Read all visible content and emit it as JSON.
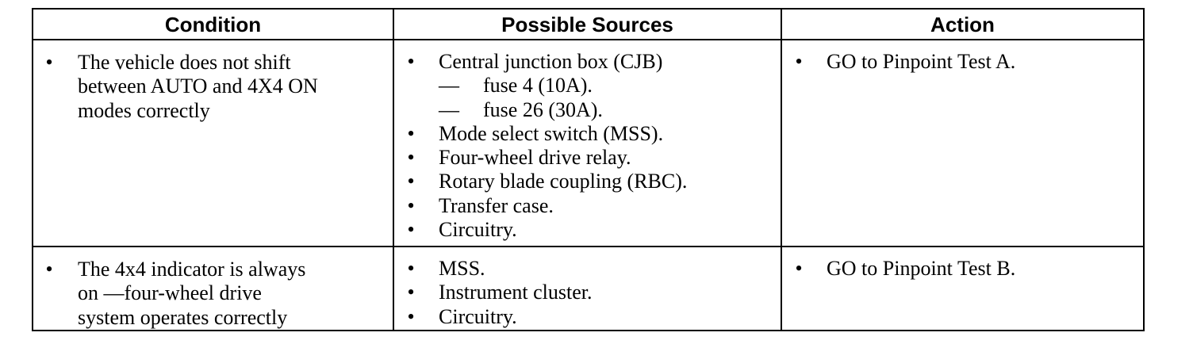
{
  "table": {
    "headers": [
      "Condition",
      "Possible Sources",
      "Action"
    ],
    "rows": [
      {
        "condition": [
          "The vehicle does not shift between AUTO and 4X4 ON modes correctly"
        ],
        "sources": [
          {
            "text": "Central junction box (CJB)",
            "sub": [
              "fuse 4 (10A).",
              "fuse 26 (30A)."
            ]
          },
          {
            "text": "Mode select switch (MSS)."
          },
          {
            "text": "Four-wheel drive relay."
          },
          {
            "text": "Rotary blade coupling (RBC)."
          },
          {
            "text": "Transfer case."
          },
          {
            "text": "Circuitry."
          }
        ],
        "action": [
          "GO to Pinpoint Test A."
        ]
      },
      {
        "condition": [
          "The 4x4 indicator is always on —four-wheel drive system operates correctly"
        ],
        "sources": [
          {
            "text": "MSS."
          },
          {
            "text": "Instrument cluster."
          },
          {
            "text": "Circuitry."
          }
        ],
        "action": [
          "GO to Pinpoint Test B."
        ]
      }
    ],
    "bullet_glyph": "•",
    "dash_glyph": "—"
  }
}
